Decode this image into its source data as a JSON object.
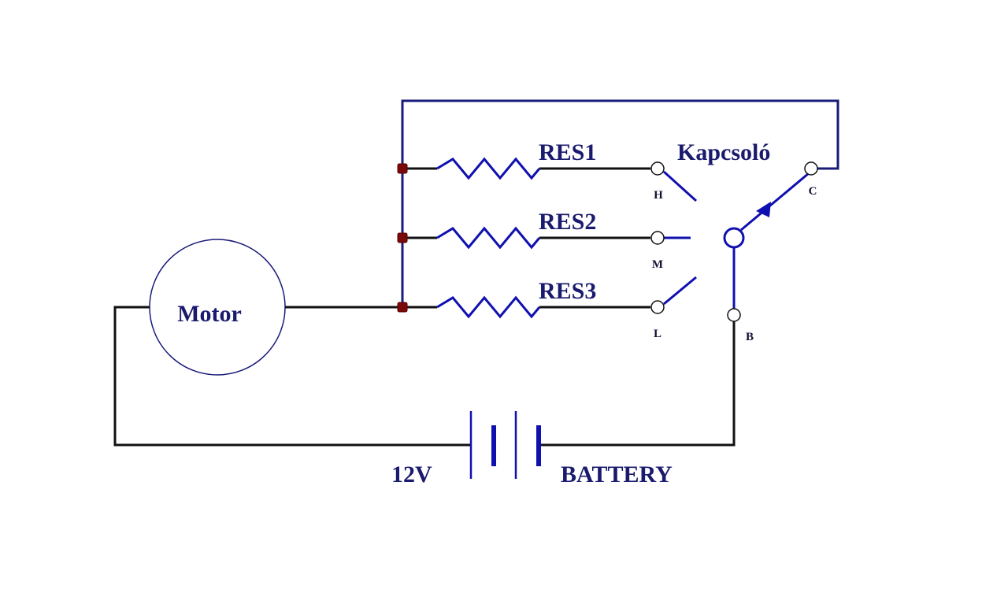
{
  "diagram": {
    "type": "circuit-schematic",
    "components": {
      "motor": {
        "label": "Motor"
      },
      "resistors": [
        {
          "id": "res1",
          "label": "RES1",
          "terminal": "H"
        },
        {
          "id": "res2",
          "label": "RES2",
          "terminal": "M"
        },
        {
          "id": "res3",
          "label": "RES3",
          "terminal": "L"
        }
      ],
      "switch": {
        "label": "Kapcsoló",
        "terminals": {
          "common": "C",
          "battery": "B"
        },
        "positions": [
          "H",
          "M",
          "L"
        ]
      },
      "battery": {
        "voltage_label": "12V",
        "label": "BATTERY"
      }
    },
    "colors": {
      "wire": "#111111",
      "wire_navy": "#1a1a7a",
      "switch_blade": "#1010b0",
      "junction": "#7a0a0a",
      "text": "#1a1a6e"
    }
  }
}
